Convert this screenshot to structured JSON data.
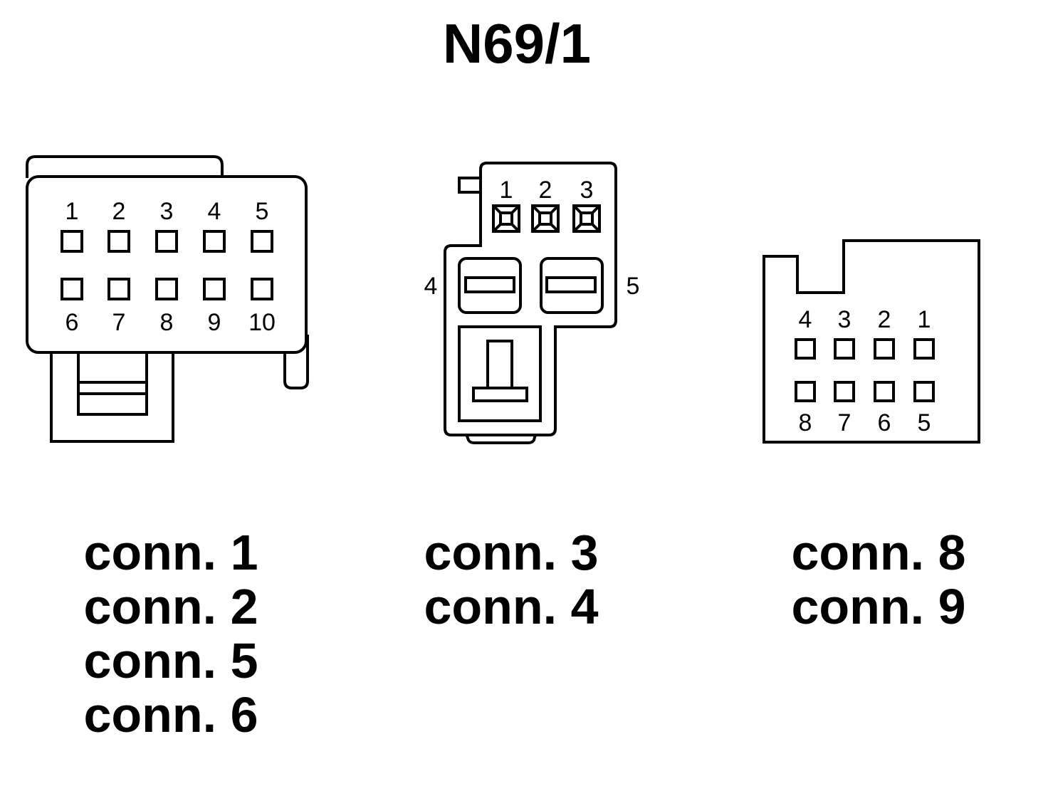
{
  "title": "N69/1",
  "connectors": [
    {
      "pins_top": [
        "1",
        "2",
        "3",
        "4",
        "5"
      ],
      "pins_bottom": [
        "6",
        "7",
        "8",
        "9",
        "10"
      ],
      "labels": [
        "conn. 1",
        "conn. 2",
        "conn. 5",
        "conn. 6"
      ]
    },
    {
      "pins_top": [
        "1",
        "2",
        "3"
      ],
      "pin_left": "4",
      "pin_right": "5",
      "labels": [
        "conn. 3",
        "conn. 4"
      ]
    },
    {
      "pins_top": [
        "4",
        "3",
        "2",
        "1"
      ],
      "pins_bottom": [
        "8",
        "7",
        "6",
        "5"
      ],
      "labels": [
        "conn. 8",
        "conn. 9"
      ]
    }
  ]
}
